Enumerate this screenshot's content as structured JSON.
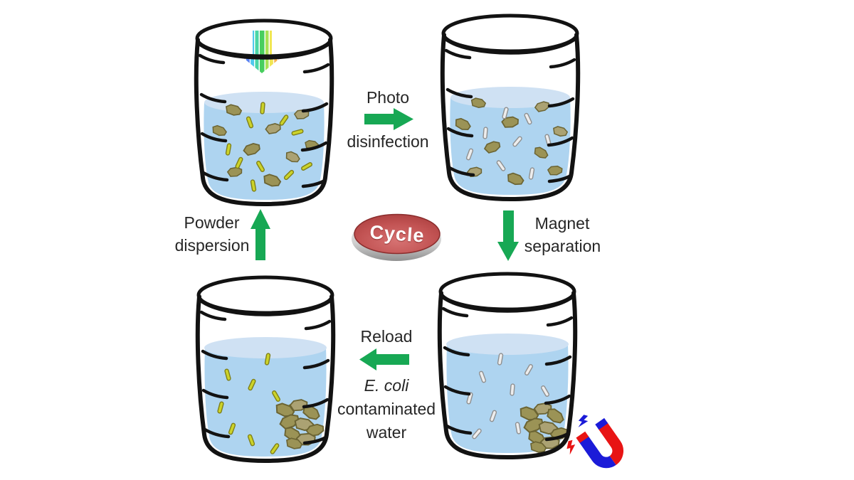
{
  "labels": {
    "photo": {
      "line1": "Photo",
      "line2": "disinfection"
    },
    "magnet": {
      "line1": "Magnet",
      "line2": "separation"
    },
    "reload": {
      "line1": "Reload",
      "line2": "E. coli",
      "line3": "contaminated",
      "line4": "water"
    },
    "powder": {
      "line1": "Powder",
      "line2": "dispersion"
    },
    "cycle": {
      "label": "Cycle"
    }
  },
  "icons": {
    "light_beam": "rainbow-spectrum-down-arrow",
    "photo_arrow": "green-arrow-right",
    "magnet_arrow": "green-arrow-down",
    "reload_arrow": "green-arrow-left",
    "powder_arrow": "green-arrow-up",
    "magnet": "horseshoe-magnet",
    "sparks": "lightning-bolts",
    "cycle_badge": "red-ellipse-button"
  },
  "colors": {
    "background": "#ffffff",
    "arrow_green": "#17a854",
    "water": "#aed4f0",
    "water_surface": "#cfe1f3",
    "beaker_outline": "#121212",
    "catalyst_powder": "#9b9356",
    "live_bacteria": "#ccd32a",
    "inactivated_bacteria": "#ededed",
    "badge_red": "#bc4a4a",
    "badge_rim": "#b9b9b9",
    "magnet_red": "#e81414",
    "magnet_blue": "#1b1bd8",
    "text": "#262626"
  },
  "scene": {
    "beakers": [
      {
        "id": "beaker-top-left",
        "contents": "powder and live rods dispersed under light beam"
      },
      {
        "id": "beaker-top-right",
        "contents": "powder dispersed, rods inactivated (gray)"
      },
      {
        "id": "beaker-bottom-right",
        "contents": "powder collected at corner by magnet, gray rods"
      },
      {
        "id": "beaker-bottom-left",
        "contents": "powder collected at corner, live yellow rods"
      }
    ]
  }
}
